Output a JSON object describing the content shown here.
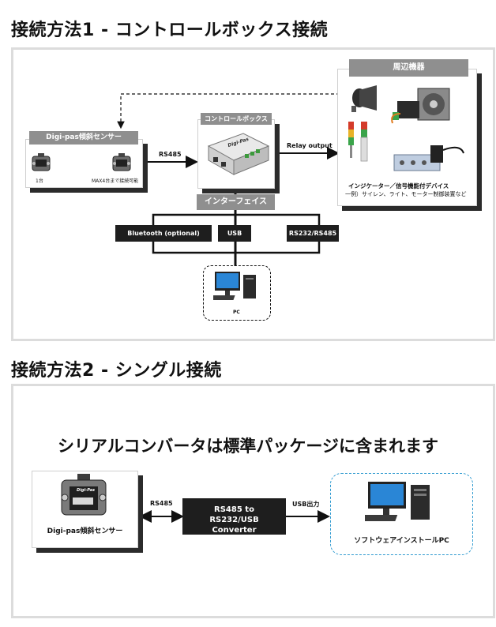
{
  "section1": {
    "heading": "接続方法1 - コントロールボックス接続",
    "sensor_group_title": "Digi-pas傾斜センサー",
    "sensor_caption_left": "1台",
    "sensor_caption_right": "MAX4台まで接続可能",
    "rs485": "RS485",
    "control_box_title": "コントロールボックス",
    "relay_output": "Relay output",
    "peripheral_title": "周辺機器",
    "peripheral_caption_1": "インジケーター／信号機能付デバイス",
    "peripheral_caption_2": "一例）サイレン、ライト、モーター制御装置など",
    "interface_title": "インターフェイス",
    "interfaces": [
      "Bluetooth (optional)",
      "USB",
      "RS232/RS485"
    ],
    "pc_label": "PC",
    "box_brand": "Digi-Pas"
  },
  "section2": {
    "heading": "接続方法2 - シングル接続",
    "headline": "シリアルコンバータは標準パッケージに含まれます",
    "sensor_label": "Digi-pas傾斜センサー",
    "rs485": "RS485",
    "converter_label": "RS485 to RS232/USB Converter",
    "usb_output": "USB出力",
    "pc_label": "ソフトウェアインストールPC",
    "device_brand": "Digi-Pas"
  }
}
